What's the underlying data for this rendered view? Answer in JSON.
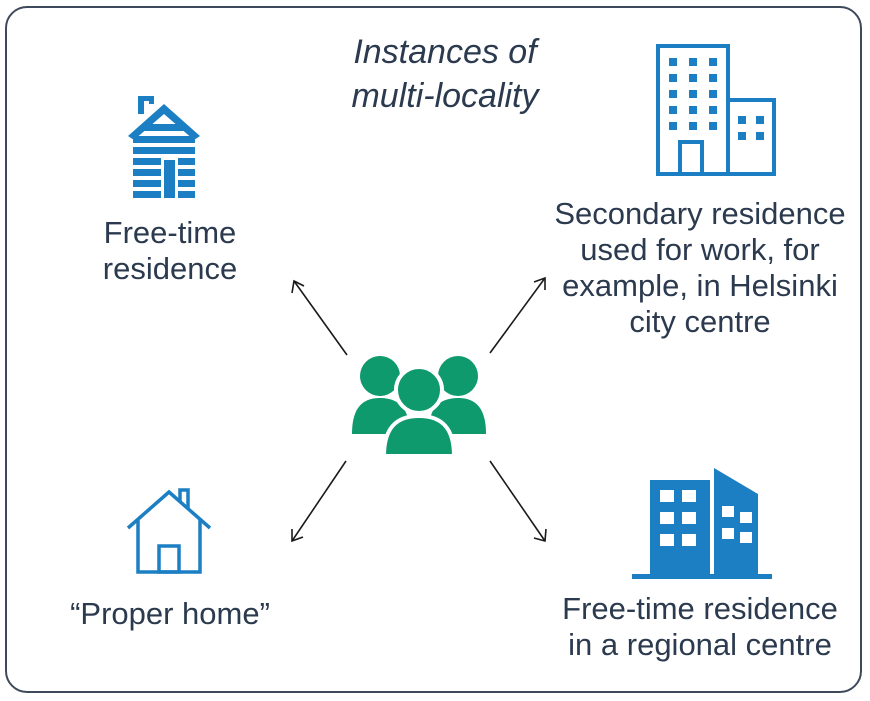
{
  "title": {
    "line1": "Instances of",
    "line2": "multi-locality"
  },
  "nodes": {
    "free_time": {
      "icon": "log-cabin-icon",
      "line1": "Free-time",
      "line2": "residence"
    },
    "secondary": {
      "icon": "office-buildings-icon",
      "line1": "Secondary residence",
      "line2": "used for work, for",
      "line3": "example, in Helsinki",
      "line4": "city centre"
    },
    "proper_home": {
      "icon": "house-icon",
      "line1": "“Proper home”"
    },
    "regional": {
      "icon": "regional-buildings-icon",
      "line1": "Free-time residence",
      "line2": "in a regional centre"
    },
    "center": {
      "icon": "people-group-icon"
    }
  },
  "colors": {
    "icon_blue": "#1c7fc4",
    "group_green": "#0e9a6c",
    "text": "#2b3a4e",
    "frame": "#3d4a5c"
  }
}
